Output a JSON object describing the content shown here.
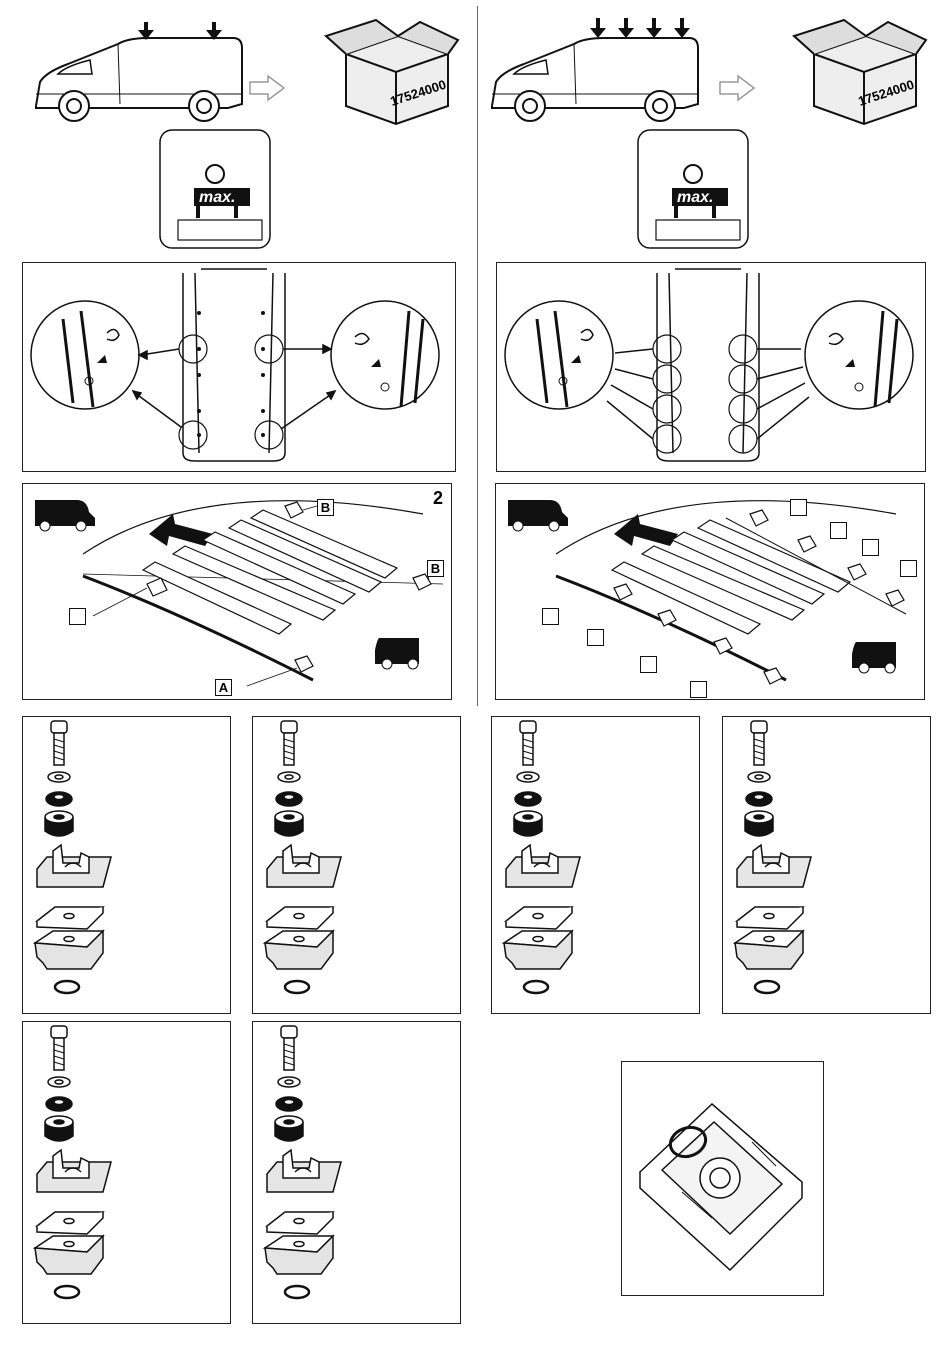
{
  "overview": {
    "box_code": "17524000",
    "max_label": "max."
  },
  "left_diagram": {
    "step_number": "2",
    "point_labels": [
      "B",
      "B",
      "A",
      ""
    ]
  },
  "right_diagram": {
    "point_labels": [
      "",
      "",
      "",
      "",
      "",
      "",
      "",
      ""
    ]
  },
  "kits": [
    {
      "id": "kit-1"
    },
    {
      "id": "kit-2"
    },
    {
      "id": "kit-3"
    },
    {
      "id": "kit-4"
    },
    {
      "id": "kit-5"
    },
    {
      "id": "kit-6"
    }
  ]
}
